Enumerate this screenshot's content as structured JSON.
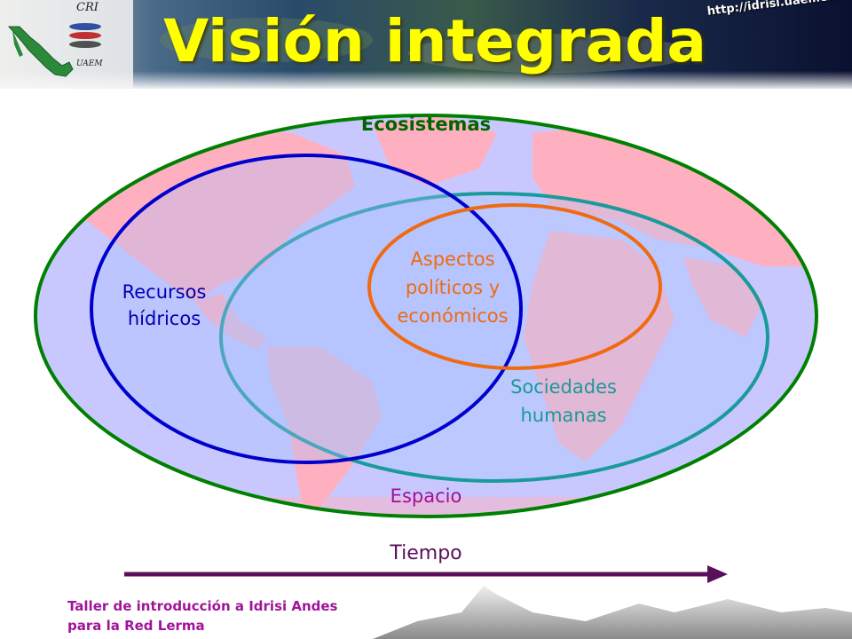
{
  "slide": {
    "title": "Visión integrada",
    "url": "http://idrisi.uaemex.mx/",
    "logo_top_text": "CRI",
    "logo_bottom_text": "UAEM",
    "footer_line1": "Taller de introducción a Idrisi Andes",
    "footer_line2": "para la Red Lerma"
  },
  "diagram": {
    "outer_label": "Ecosistemas",
    "recursos_label": "Recursos hídricos",
    "aspectos_label": "Aspectos políticos y económicos",
    "sociedades_label": "Sociedades humanas",
    "espacio_label": "Espacio",
    "tiempo_label": "Tiempo"
  },
  "colors": {
    "title": "#ffff00",
    "ecosistemas": "#008000",
    "recursos": "#0000cc",
    "sociedades": "#1a9a9a",
    "aspectos": "#f06a10",
    "espacio": "#a0109a",
    "tiempo_arrow": "#5a0f5a",
    "footer": "#a0149a",
    "ocean": "#c8c8ff",
    "land": "#ffb0c0"
  }
}
